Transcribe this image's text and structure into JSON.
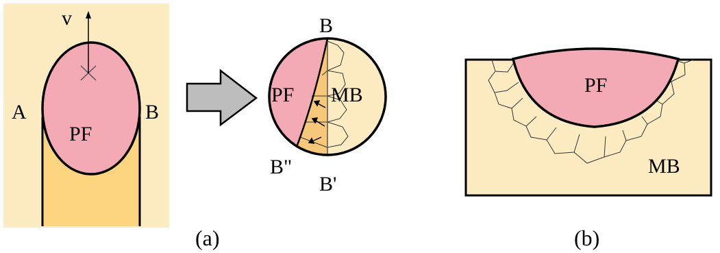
{
  "colors": {
    "background_panel": "#FDEBC2",
    "molten_pool": "#F4AAB5",
    "solidified_weld": "#FCD57E",
    "grain_zone": "#F8C87A",
    "arrow_fill": "#BDBDBD",
    "outline": "#000000"
  },
  "panel_a": {
    "velocity_label": "v",
    "left_label": "A",
    "right_label": "B",
    "pool_label": "PF"
  },
  "zoom": {
    "top_label": "B",
    "pool_label": "PF",
    "base_label": "MB",
    "bottom_left_label": "B\"",
    "bottom_label": "B'"
  },
  "panel_b": {
    "pool_label": "PF",
    "base_label": "MB"
  },
  "captions": {
    "a": "(a)",
    "b": "(b)"
  }
}
